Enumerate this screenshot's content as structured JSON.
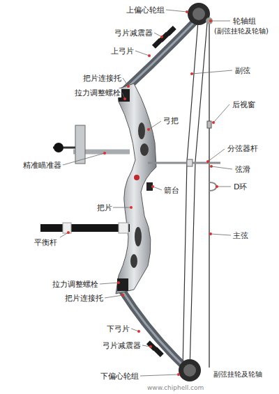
{
  "diagram": {
    "labels": [
      "上偏心轮组",
      "轮轴组",
      "(副弦挂轮及轮轴)",
      "弓片减震器",
      "上弓片",
      "副弦",
      "把片连接托",
      "后视窗",
      "拉力调整螺栓",
      "弓把",
      "分弦器杆",
      "精准瞄准器",
      "弦滑",
      "箭台",
      "D环",
      "把片",
      "主弦",
      "平衡杆",
      "拉力调整螺栓",
      "把片连接托",
      "下弓片",
      "弓片减震器",
      "下偏心轮组",
      "副弦挂轮及轮轴",
      "www.chiphell.com"
    ]
  }
}
